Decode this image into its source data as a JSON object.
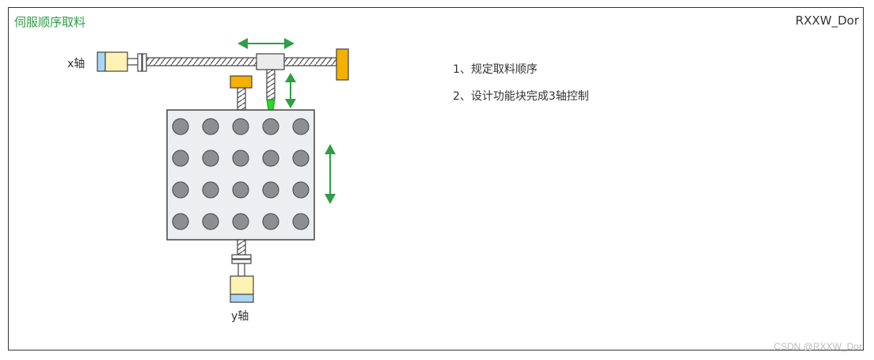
{
  "title": "伺服顺序取料",
  "author_tag": "RXXW_Dor",
  "axes": {
    "x_label": "x轴",
    "y_label": "y轴"
  },
  "notes": [
    "1、规定取料顺序",
    "2、设计功能块完成3轴控制"
  ],
  "watermark": "CSDN @RXXW_Dor",
  "grid": {
    "rows": 4,
    "cols": 5
  },
  "colors": {
    "title": "#2f9e44",
    "arrow": "#2f9e44",
    "servo_motor": "#fff2b3",
    "motor_end_cap": "#a9d6f5",
    "end_block": "#f5b000",
    "hole": "#8c8f92",
    "tray": "#eceef0",
    "nozzle": "#22dd22"
  }
}
